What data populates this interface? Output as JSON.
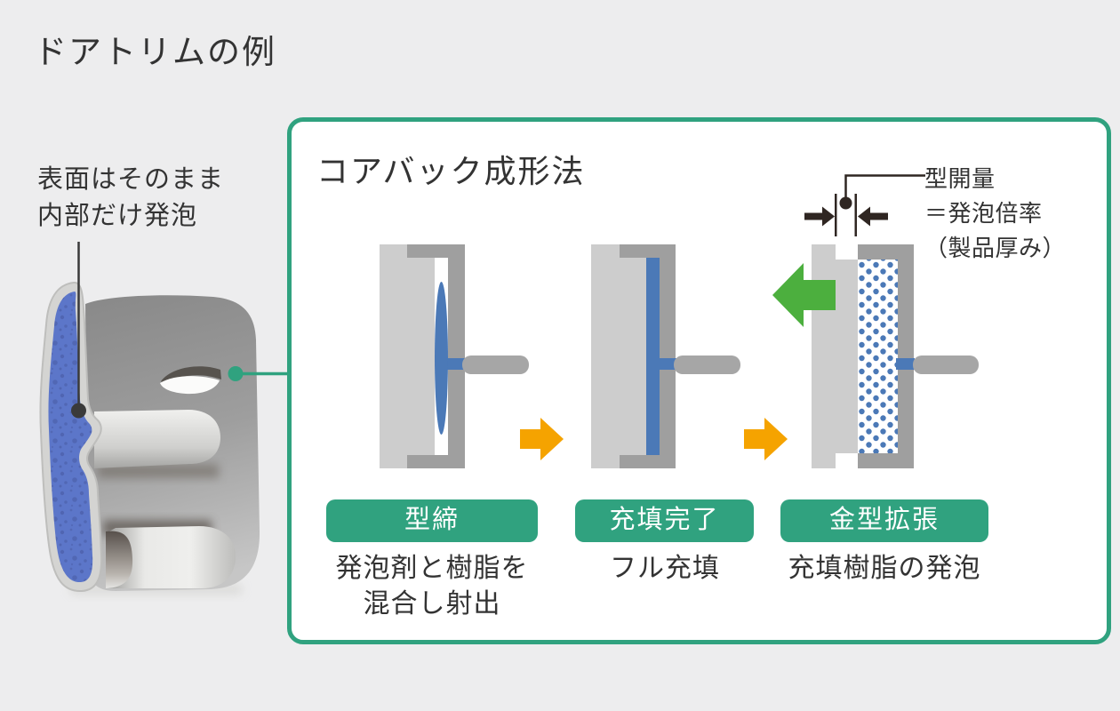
{
  "page": {
    "title": "ドアトリムの例"
  },
  "trim": {
    "label_line1": "表面はそのまま",
    "label_line2": "内部だけ発泡"
  },
  "panel": {
    "title": "コアバック成形法",
    "annotation": {
      "line1": "型開量",
      "line2": "＝発泡倍率",
      "line3": "（製品厚み）"
    },
    "stages": [
      {
        "badge": "型締",
        "caption_line1": "発泡剤と樹脂を",
        "caption_line2": "混合し射出"
      },
      {
        "badge": "充填完了",
        "caption_line1": "フル充填",
        "caption_line2": ""
      },
      {
        "badge": "金型拡張",
        "caption_line1": "充填樹脂の発泡",
        "caption_line2": ""
      }
    ]
  },
  "colors": {
    "bg": "#EDEDEE",
    "ink": "#333333",
    "green": "#30A27F",
    "greenArrow": "#4CAF3E",
    "orange": "#F5A300",
    "moldLight": "#CDCDCD",
    "moldDark": "#9F9F9F",
    "rod": "#A6A6A6",
    "resinBlue": "#4B79B7",
    "markDark": "#2F2622",
    "skin": "#D4D4D2",
    "coreBlue": "#5C76C9",
    "boxBg": "#FFFFFF"
  }
}
